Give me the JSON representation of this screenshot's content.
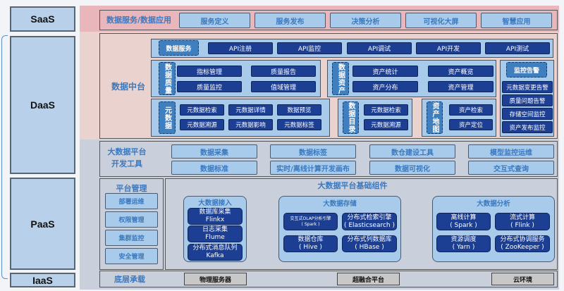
{
  "layers": {
    "saas": "SaaS",
    "daas": "DaaS",
    "paas": "PaaS",
    "iaas": "IaaS"
  },
  "saas": {
    "title": "数据服务/数据应用",
    "items": [
      "服务定义",
      "服务发布",
      "决策分析",
      "可视化大屏",
      "智慧应用"
    ]
  },
  "daas": {
    "title": "数据中台",
    "api": {
      "label": "数据服务",
      "items": [
        "API注册",
        "API监控",
        "API调试",
        "API开发",
        "API测试"
      ]
    },
    "quality": {
      "label": "数据质量",
      "items": [
        "指标管理",
        "质量报告",
        "质量监控",
        "值域管理"
      ]
    },
    "asset": {
      "label": "数据资产",
      "items": [
        "资产统计",
        "资产概览",
        "资产分布",
        "资产管理"
      ]
    },
    "monitor": {
      "label": "监控告警",
      "items": [
        "元数据变更告警",
        "质量问题告警",
        "存储空间监控",
        "资产发布监控"
      ]
    },
    "metadata": {
      "label": "元数据",
      "items": [
        "元数据检索",
        "元数据详情",
        "数据预览",
        "元数据溯源",
        "元数据影响",
        "元数据标签"
      ]
    },
    "catalog": {
      "label": "数据目录",
      "items": [
        "元数据检索",
        "元数据溯源"
      ]
    },
    "assetmap": {
      "label": "资产地图",
      "items": [
        "资产检索",
        "资产定位"
      ]
    }
  },
  "devtools": {
    "title1": "大数据平台",
    "title2": "开发工具",
    "items": [
      "数据采集",
      "数据标签",
      "数仓建设工具",
      "模型监控运维",
      "数据标准",
      "实时/离线计算开发画布",
      "数据可视化",
      "交互式查询"
    ]
  },
  "platform": {
    "title": "平台管理",
    "items": [
      "部署运维",
      "权限管理",
      "集群监控",
      "安全管理"
    ]
  },
  "base": {
    "title": "大数据平台基础组件",
    "ingest": {
      "title": "大数据接入",
      "items": [
        [
          "数据库采集",
          "Flinkx"
        ],
        [
          "日志采集",
          "Flume"
        ],
        [
          "分布式消息队列",
          "Kafka"
        ]
      ]
    },
    "storage": {
      "title": "大数据存储",
      "items": [
        [
          "交互式OLAP分析引擎",
          "( Spark )"
        ],
        [
          "分布式检索引擎",
          "( Elasticsearch )"
        ],
        [
          "数据仓库",
          "( Hive )"
        ],
        [
          "分布式列数据库",
          "( HBase )"
        ]
      ]
    },
    "analysis": {
      "title": "大数据分析",
      "items": [
        [
          "离线计算",
          "( Spark )"
        ],
        [
          "流式计算",
          "( Flink )"
        ],
        [
          "资源调度",
          "( Yarn )"
        ],
        [
          "分布式协调服务",
          "( ZooKeeper )"
        ]
      ]
    }
  },
  "infra": {
    "title": "底层承载",
    "items": [
      "物理服务器",
      "超融合平台",
      "云环境"
    ]
  }
}
